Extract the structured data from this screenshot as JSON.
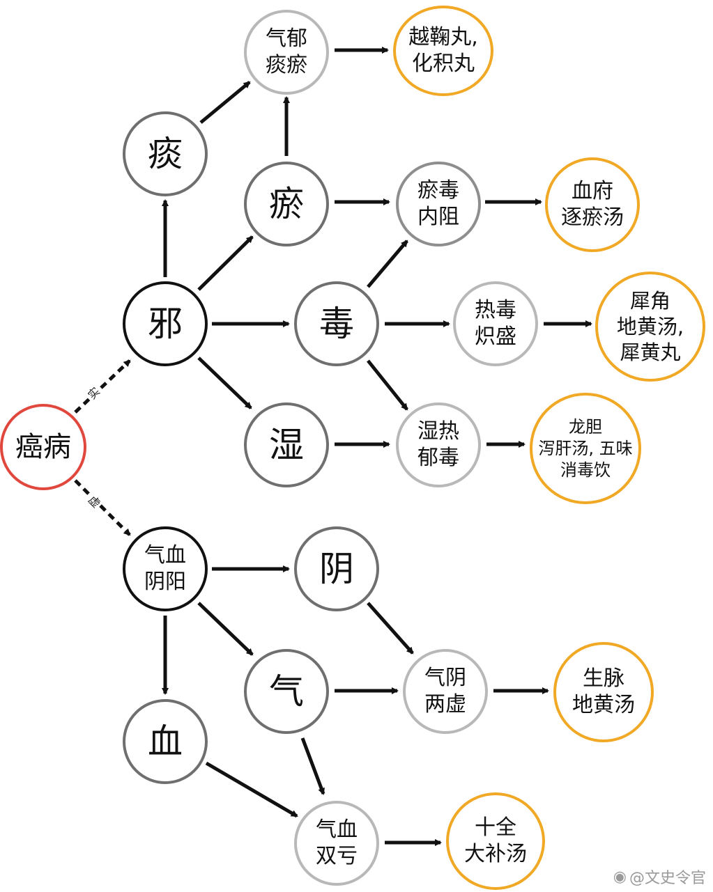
{
  "colors": {
    "root": "#e0483e",
    "black": "#111111",
    "dark": "#6f6f6f",
    "mid": "#8e8e8e",
    "light": "#b8b8b8",
    "remedy": "#f0a825",
    "arrow": "#111111"
  },
  "nodes": {
    "root": "癌病",
    "xie": "邪",
    "tan": "痰",
    "yu": "瘀",
    "du": "毒",
    "shi": "湿",
    "qiyu_tanyu": "气郁\n痰瘀",
    "yudu_neizu": "瘀毒\n内阻",
    "redu_chisheng": "热毒\n炽盛",
    "shire_yudu": "湿热\n郁毒",
    "qixue_yinyang": "气血\n阴阳",
    "yin": "阴",
    "qi": "气",
    "xue": "血",
    "qiyin_liangxu": "气阴\n两虚",
    "qixue_shuangkui": "气血\n双亏",
    "rx_yueju": "越鞠丸,\n化积丸",
    "rx_xuefu": "血府\n逐瘀汤",
    "rx_xijiao": "犀角\n地黄汤,\n犀黄丸",
    "rx_longdan": "龙胆\n泻肝汤, 五味\n消毒饮",
    "rx_shengmai": "生脉\n地黄汤",
    "rx_shiquan": "十全\n大补汤"
  },
  "edge_labels": {
    "shi_real": "实",
    "xu_deficient": "虚"
  },
  "watermark": "@文史令官"
}
